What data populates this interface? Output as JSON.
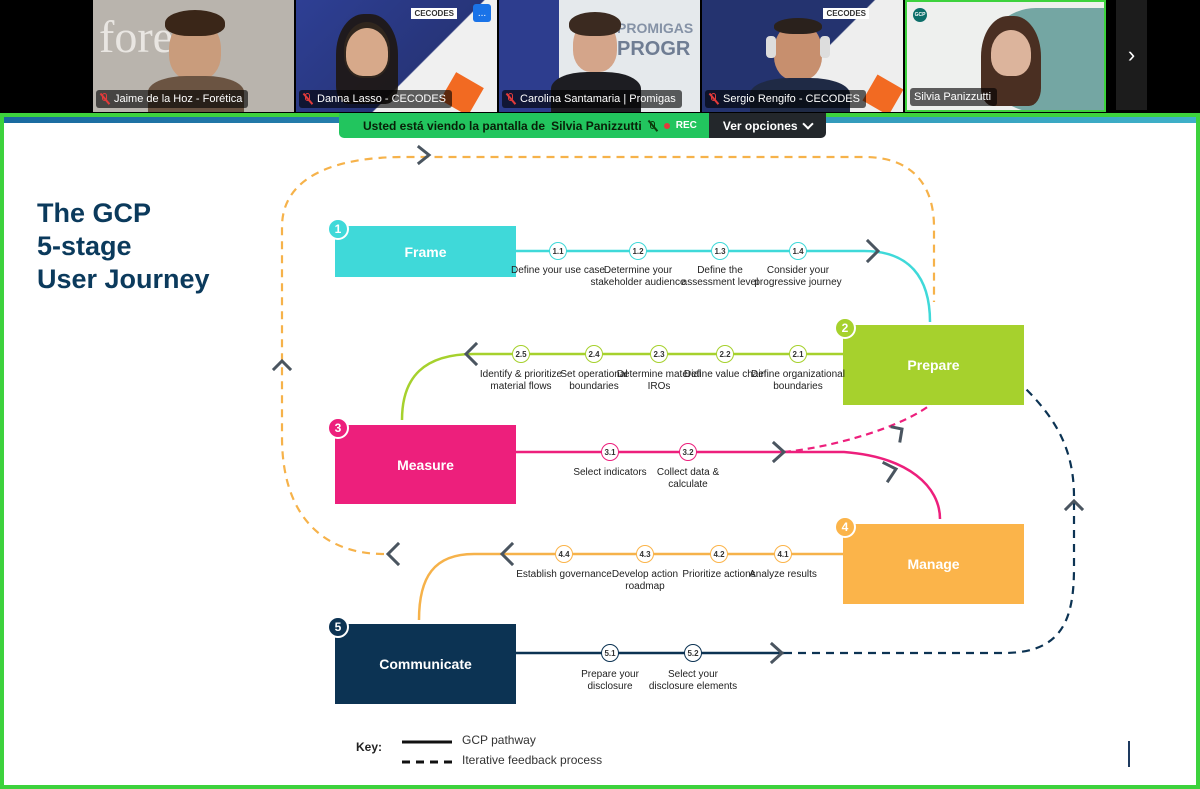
{
  "participants": [
    {
      "name": "Jaime de la Hoz - Forética",
      "muted": true,
      "bg": "#b7b2ab"
    },
    {
      "name": "Danna Lasso - CECODES",
      "muted": true,
      "bg": "#2c3a8c"
    },
    {
      "name": "Carolina Santamaria | Promigas",
      "muted": true,
      "bg": "#cfd6dc"
    },
    {
      "name": "Sergio Rengifo - CECODES",
      "muted": true,
      "bg": "#22316f"
    },
    {
      "name": "Silvia Panizzutti",
      "muted": false,
      "bg": "#e9ecea"
    }
  ],
  "tile_text": {
    "foretica_wall": "fore",
    "cecodes_logo": "CECODES",
    "more_btn": "...",
    "promigas_wall_1": "PROMIGAS",
    "promigas_wall_2": "PROGR",
    "gcp_logo": "GCP"
  },
  "share_bar": {
    "prefix": "Usted está viendo la pantalla de",
    "presenter": "Silvia Panizzutti",
    "rec": "REC",
    "options": "Ver opciones"
  },
  "slide": {
    "title_lines": [
      "The GCP",
      "5-stage",
      "User Journey"
    ],
    "stages": [
      {
        "num": "1",
        "label": "Frame",
        "color": "#3fd9d9"
      },
      {
        "num": "2",
        "label": "Prepare",
        "color": "#a6d12d"
      },
      {
        "num": "3",
        "label": "Measure",
        "color": "#ed1f7c"
      },
      {
        "num": "4",
        "label": "Manage",
        "color": "#fbb44a"
      },
      {
        "num": "5",
        "label": "Communicate",
        "color": "#0c3353"
      }
    ],
    "steps": [
      {
        "num": "1.1",
        "label": "Define your use case"
      },
      {
        "num": "1.2",
        "label": "Determine your stakeholder audience"
      },
      {
        "num": "1.3",
        "label": "Define the assessment level"
      },
      {
        "num": "1.4",
        "label": "Consider your progressive journey"
      },
      {
        "num": "2.1",
        "label": "Define organizational boundaries"
      },
      {
        "num": "2.2",
        "label": "Define value chain"
      },
      {
        "num": "2.3",
        "label": "Determine material IROs"
      },
      {
        "num": "2.4",
        "label": "Set operational boundaries"
      },
      {
        "num": "2.5",
        "label": "Identify & prioritize material flows"
      },
      {
        "num": "3.1",
        "label": "Select indicators"
      },
      {
        "num": "3.2",
        "label": "Collect data & calculate"
      },
      {
        "num": "4.1",
        "label": "Analyze results"
      },
      {
        "num": "4.2",
        "label": "Prioritize actions"
      },
      {
        "num": "4.3",
        "label": "Develop action roadmap"
      },
      {
        "num": "4.4",
        "label": "Establish governance"
      },
      {
        "num": "5.1",
        "label": "Prepare your disclosure"
      },
      {
        "num": "5.2",
        "label": "Select your disclosure elements"
      }
    ],
    "key": {
      "title": "Key:",
      "solid": "GCP pathway",
      "dashed": "Iterative feedback process"
    },
    "feedback_color": "#f6b24a"
  }
}
